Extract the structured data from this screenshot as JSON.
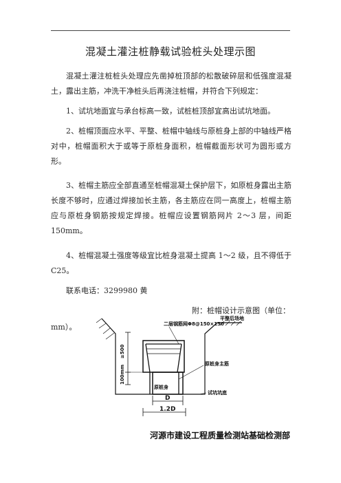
{
  "document": {
    "title": "混凝土灌注桩静载试验桩头处理示图",
    "intro": "混凝土灌注桩桩头处理应先凿掉桩顶部的松散破碎层和低强度混凝土，露出主筋，冲洗干净桩头后再浇注桩帽，并符合下列规定：",
    "rule1": "1、试坑地面宜与承台标高一致，试桩桩顶部宜高出试坑地面。",
    "rule2": "2、桩帽顶面应水平、平整、桩帽中轴线与原桩身上部的中轴线严格对中，桩帽面积大于或等于原桩身面积，桩帽截面形状可为圆形或方形。",
    "rule3": "3、桩帽主筋应全部直通至桩帽混凝土保护层下，如原桩身露出主筋长度不够时，应通过焊接加长主筋，各主筋应在同一高度上，桩帽主筋应与原桩身钢筋按规定焊接。桩帽应设置钢筋网片 2～3 层，间距 150mm。",
    "rule4": "4、桩帽混凝土强度等级宜比桩身混凝土提高 1～2 级，且不得低于 C25。",
    "contact": "联系电话：3299980 黄",
    "note_line1": "附：桩帽设计示意图（单位：",
    "note_line2": "mm）。",
    "footer": "河源市建设工程质量检测站基础检测部"
  },
  "diagram": {
    "label_mesh": "二层钢筋网Φ8@150×150",
    "label_ground": "平整后场地",
    "label_height": "≥500",
    "label_base": "100mm",
    "label_rebar": "原桩身主筋",
    "label_pile": "原桩身",
    "label_pit": "试坑坑底",
    "label_d": "D",
    "label_12d": "1.2D"
  }
}
